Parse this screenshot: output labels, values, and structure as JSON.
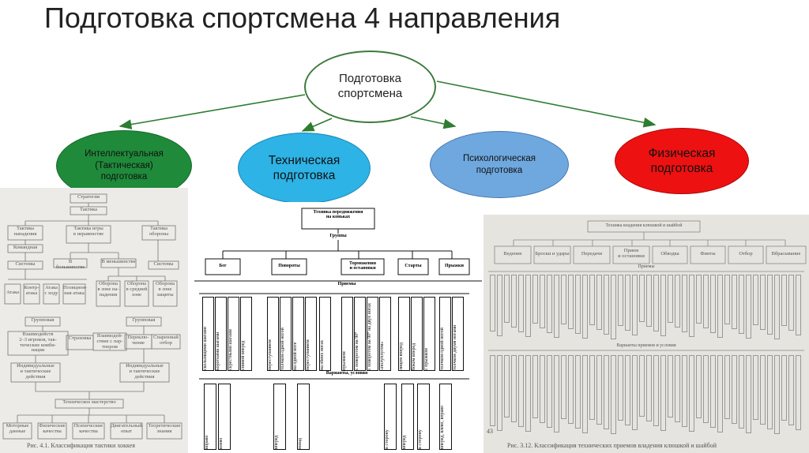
{
  "title": "Подготовка спортсмена 4 направления",
  "root": "Подготовка\nспортсмена",
  "branches": [
    {
      "label": "Интеллектуальная\n(Тактическая)\nподготовка",
      "color": "#1f8a3a"
    },
    {
      "label": "Техническая\nподготовка",
      "color": "#2db3e6"
    },
    {
      "label": "Психологическая\nподготовка",
      "color": "#6fa8df"
    },
    {
      "label": "Физическая\nподготовка",
      "color": "#ee1111"
    }
  ],
  "left_scan": {
    "caption": "Рис. 4.1. Классификация тактики хоккея",
    "boxes": [
      "Стратегия",
      "Тактика",
      "Тактика\nнападения",
      "Тактика игры\nв неравенстве",
      "Тактика\nобороны",
      "Командная",
      "В большинстве",
      "В меньшинстве",
      "Системы",
      "Системы",
      "Атака",
      "Контр-\nатака",
      "Атака\nс ходу",
      "Позицион-\nная атака",
      "Оборона\nв зоне на-\nпадения",
      "Оборона\nв средней\nзоне",
      "Оборона\nв зоне\nзащиты",
      "Групповая",
      "Групповая",
      "Взаимодейств\n2–3 игроков, так-\nтические комби-\nнации",
      "Страховка",
      "Взаимодей-\nствие с пар-\nтнером",
      "Переклю-\nчение",
      "Спаренный\nотбор",
      "Индивидуальные\nи тактические\nдействия",
      "Индивидуальные\nи тактические\nдействия",
      "Техническое мастерство",
      "Моторные\nданные",
      "Физические\nкачества",
      "Психические\nкачества",
      "Двигательный\nопыт",
      "Теоретические\nзнания"
    ]
  },
  "center_scan": {
    "header": "Техника передвижения\nна коньках",
    "groups_label": "Группы",
    "groups": [
      "Бег",
      "Повороты",
      "Торможения\nи остановки",
      "Старты",
      "Прыжки"
    ],
    "techniques_label": "Приемы",
    "variants_label": "Варианты, условия",
    "techniques": [
      "скользящими шагами",
      "короткими шагами",
      "скрестными шагами",
      "спиной вперед",
      "переступанием",
      "толчком одной ногой",
      "на одной ноге",
      "переступанием",
      "на обеих ногах",
      "прыжком",
      "с поворотом на 90°",
      "с поворотом на 90° на двух ногах",
      "«полуплугом»",
      "лицом вперед",
      "боком вперед",
      "с прыжком",
      "толчком одной ногой",
      "толчком двумя ногами"
    ],
    "variants": [
      "вправо",
      "влево",
      "вперед",
      "назад",
      "в сторону",
      "вперед",
      "в сторону",
      "вперед, влево, вправо"
    ]
  },
  "right_scan": {
    "header": "Техника владения клюшкой и шайбой",
    "groups": [
      "Ведение",
      "Броски и удары",
      "Передачи",
      "Прием\nи остановки",
      "Обводка",
      "Финты",
      "Отбор",
      "Вбрасывание"
    ],
    "techniques_label": "Приемы",
    "variants_label": "Варианты приемов и условия",
    "caption": "Рис. 3.12. Классификация технических приемов владения клюшкой и шайбой",
    "page_number": "43"
  }
}
